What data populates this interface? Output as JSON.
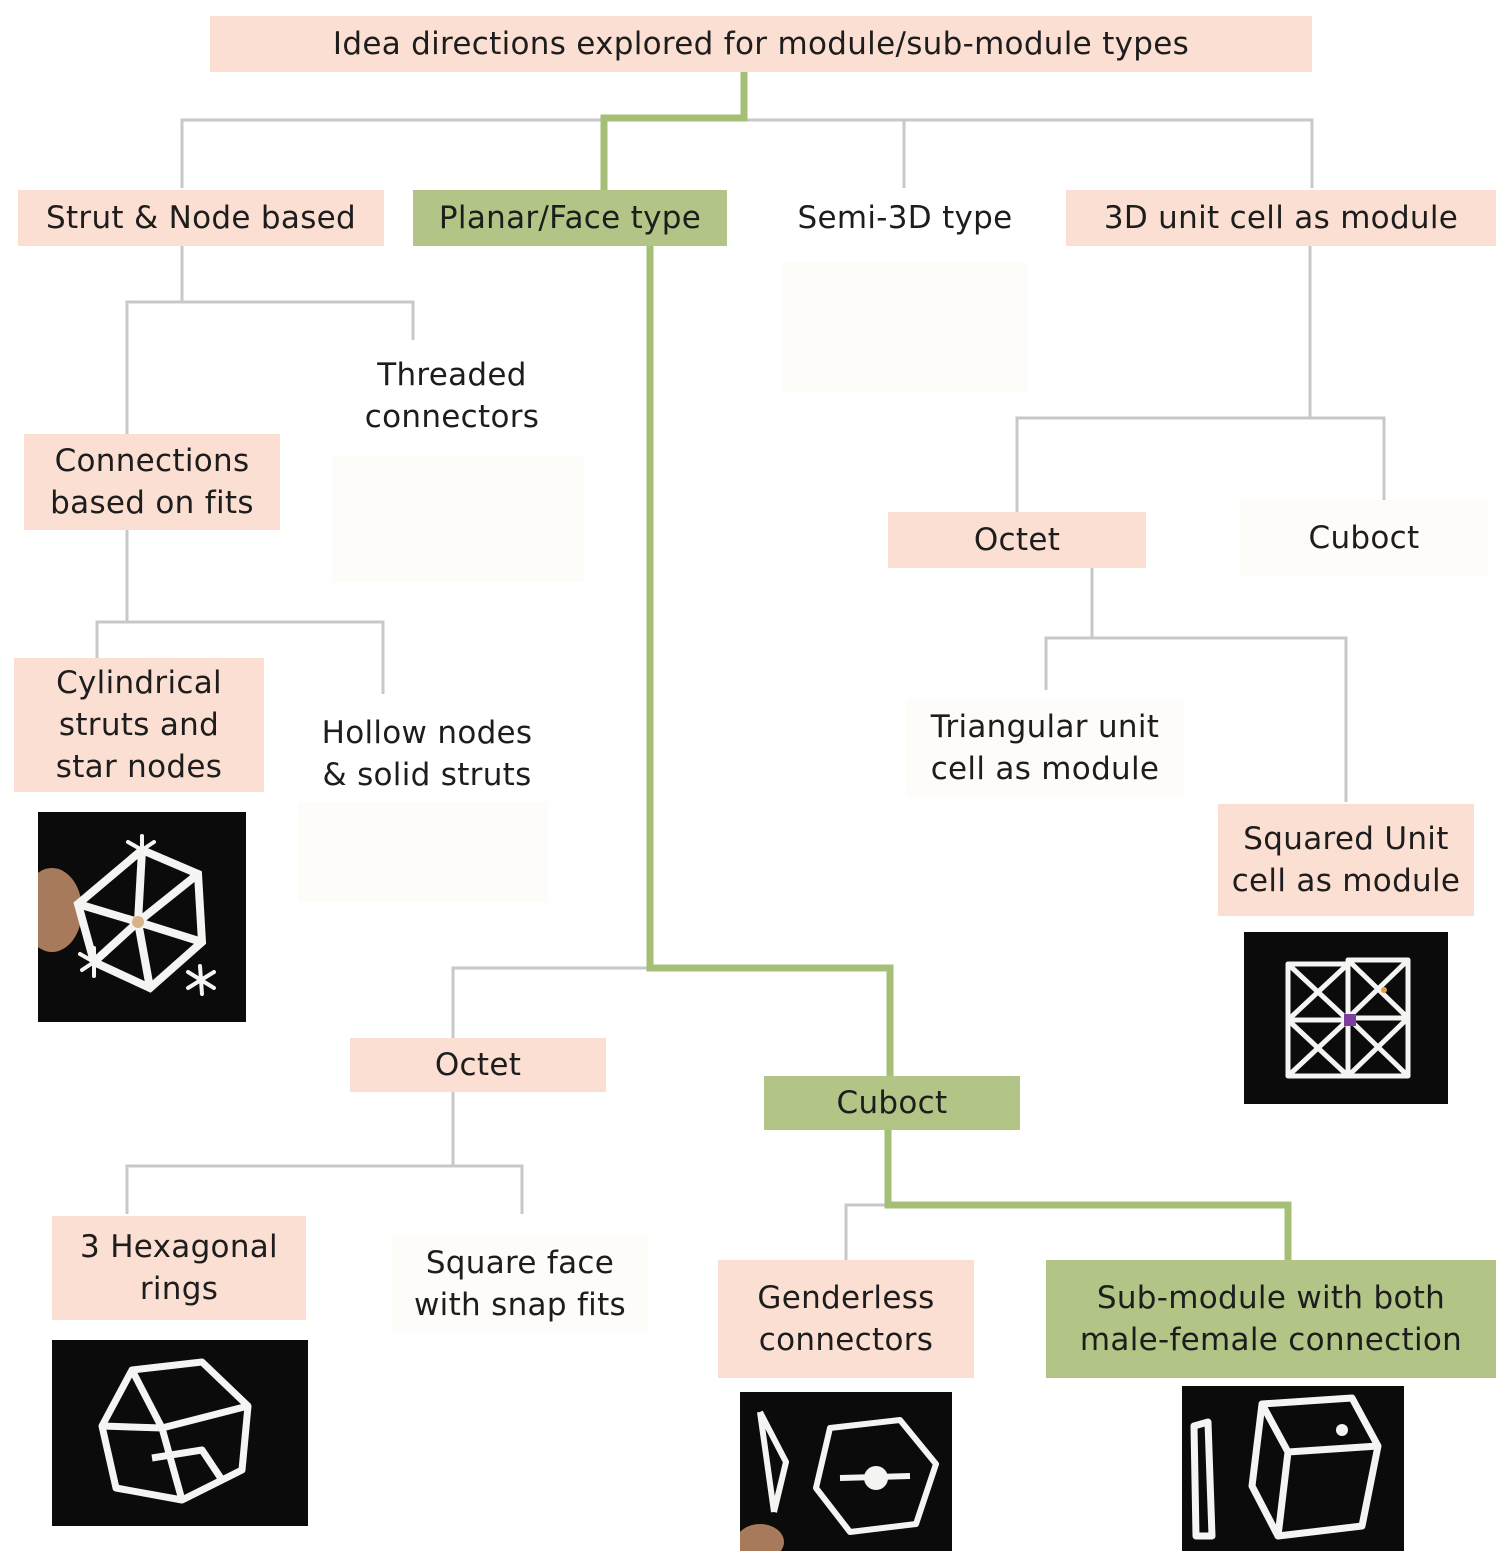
{
  "colors": {
    "pink_box": "#fbdfd3",
    "green_box": "#b3c586",
    "grey_line": "#c8c8c8",
    "green_line": "#a6bf77",
    "photo_background": "#0b0b0b",
    "print_white": "#f4f4f2"
  },
  "nodes": {
    "root": "Idea directions explored for module/sub-module types",
    "strut_node": "Strut & Node based",
    "planar_face": "Planar/Face type",
    "semi_3d": "Semi-3D type",
    "unit_cell": "3D unit cell as module",
    "threaded": "Threaded\nconnectors",
    "connections_fits": "Connections\nbased on fits",
    "octet_right": "Octet",
    "cuboct_right": "Cuboct",
    "cylindrical": "Cylindrical\nstruts and\nstar nodes",
    "hollow": "Hollow nodes\n& solid struts",
    "triangular": "Triangular unit\ncell as module",
    "squared": "Squared Unit\ncell as module",
    "octet_mid": "Octet",
    "cuboct_mid": "Cuboct",
    "hexagonal": "3 Hexagonal\nrings",
    "square_face": "Square face\nwith snap fits",
    "genderless": "Genderless\nconnectors",
    "submodule": "Sub-module with both\nmale-female connection"
  },
  "highlighted_path": [
    "Idea directions explored for module/sub-module types",
    "Planar/Face type",
    "Cuboct",
    "Sub-module with both\nmale-female connection"
  ]
}
